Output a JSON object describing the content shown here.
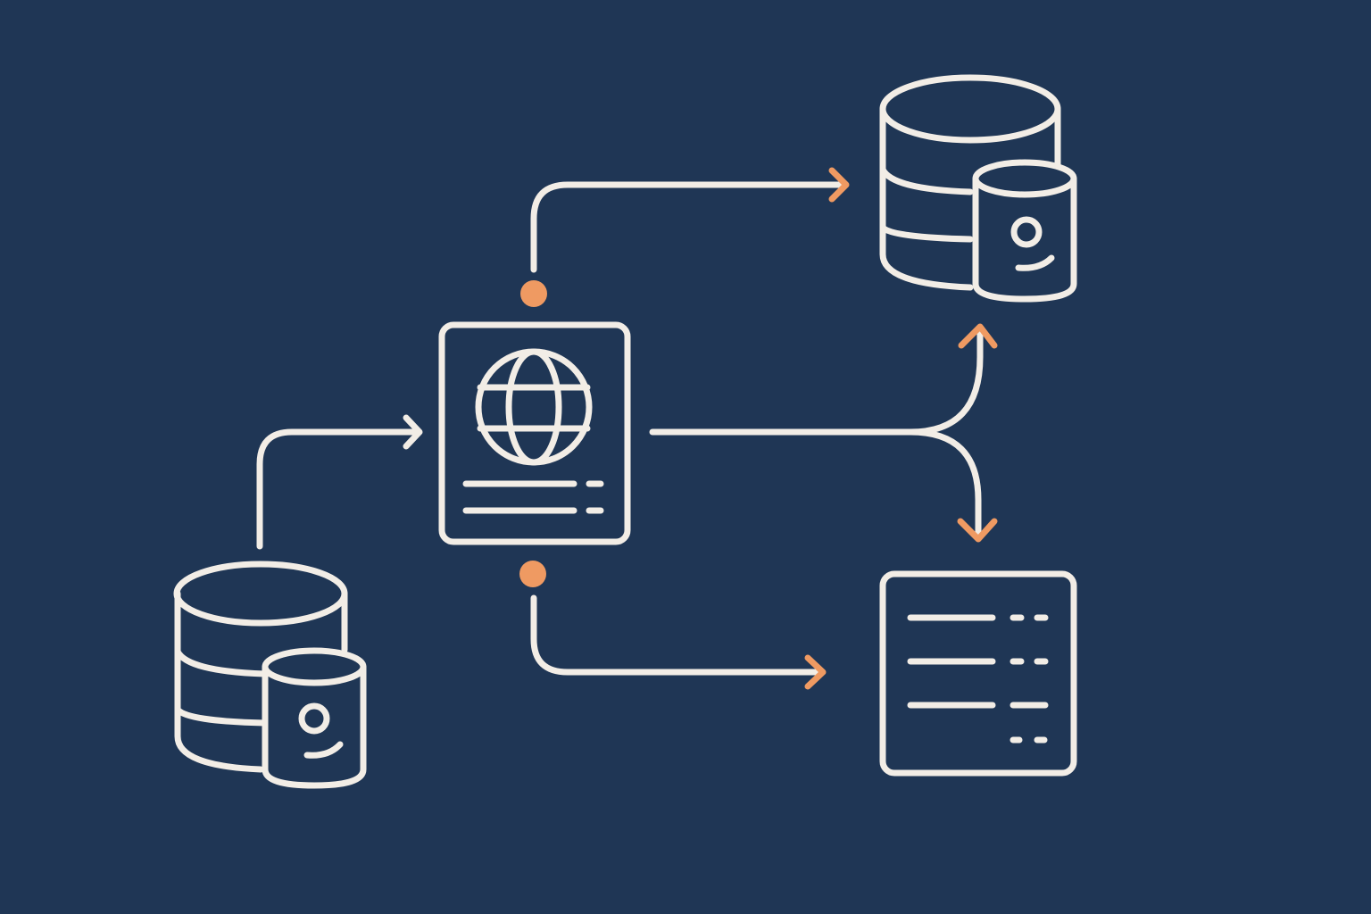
{
  "colors": {
    "background": "#1f3655",
    "stroke": "#f2ede6",
    "accent": "#ef9a62"
  },
  "nodes": [
    {
      "icon": "database-user-icon",
      "role": "source"
    },
    {
      "icon": "passport-globe-icon",
      "role": "hub"
    },
    {
      "icon": "database-user-icon",
      "role": "target"
    },
    {
      "icon": "document-list-icon",
      "role": "target"
    }
  ],
  "connectors": [
    {
      "from": "source-database",
      "to": "passport",
      "arrow_color": "stroke"
    },
    {
      "from": "passport",
      "to": "top-right-database",
      "arrow_color": "accent"
    },
    {
      "from": "passport",
      "to": "top-right-database",
      "arrow_color": "accent",
      "via": "fork"
    },
    {
      "from": "passport",
      "to": "document",
      "arrow_color": "accent",
      "via": "fork"
    },
    {
      "from": "passport",
      "to": "document",
      "arrow_color": "accent"
    }
  ]
}
